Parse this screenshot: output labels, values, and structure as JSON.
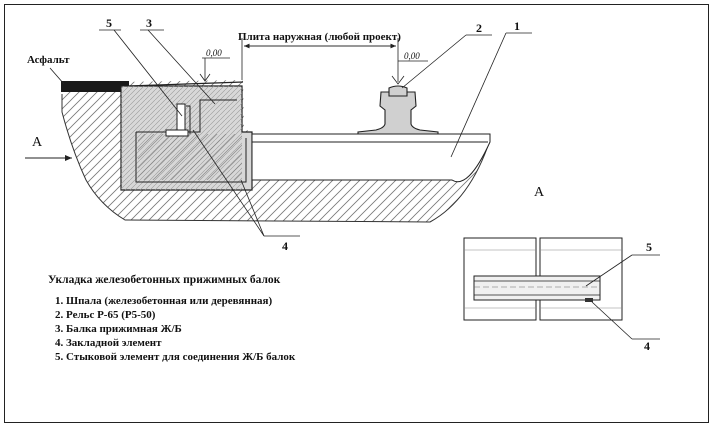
{
  "labels": {
    "asphalt": "Асфальт",
    "outer_slab": "Плита наружная (любой проект)",
    "dim_left": "0,00",
    "dim_right": "0,00",
    "view_arrow": "А",
    "view_title": "А"
  },
  "callouts": {
    "n1": "1",
    "n2": "2",
    "n3": "3",
    "n4": "4",
    "n5": "5",
    "detail_n4": "4",
    "detail_n5": "5"
  },
  "legend": {
    "title": "Укладка железобетонных прижимных балок",
    "items": [
      "1. Шпала (железобетонная или деревянная)",
      "2. Рельс Р-65 (Р5-50)",
      "3. Балка прижимная Ж/Б",
      "4. Закладной элемент",
      "5. Стыковой элемент для соединения Ж/Б балок"
    ]
  }
}
